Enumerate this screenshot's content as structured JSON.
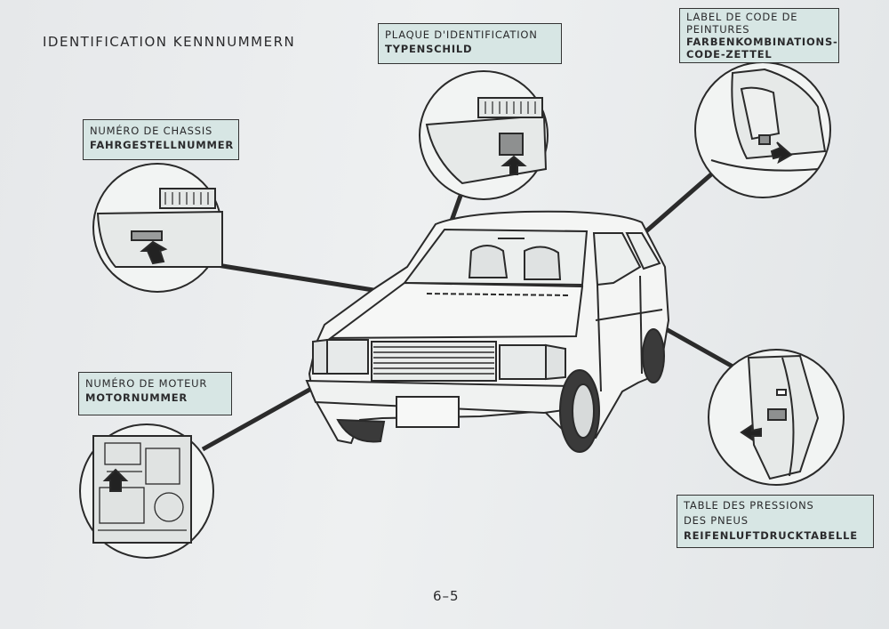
{
  "page": {
    "title": "IDENTIFICATION KENNNUMMERN",
    "page_number": "6–5"
  },
  "labels": {
    "chassis": {
      "fr": "NUMÉRO DE CHASSIS",
      "de": "FAHRGESTELLNUMMER"
    },
    "plate": {
      "fr": "PLAQUE D'IDENTIFICATION",
      "de": "TYPENSCHILD"
    },
    "paint": {
      "fr1": "LABEL DE CODE DE",
      "fr2": "PEINTURES",
      "de1": "FARBENKOMBINATIONS-",
      "de2": "CODE-ZETTEL"
    },
    "engine": {
      "fr": "NUMÉRO DE MOTEUR",
      "de": "MOTORNUMMER"
    },
    "tire": {
      "fr1": "TABLE DES PRESSIONS",
      "fr2": "DES PNEUS",
      "de": "REIFENLUFTDRUCKTABELLE"
    }
  },
  "illustrations": {
    "car": "hatchback-car-front-three-quarter-view",
    "details": [
      "chassis-number-location",
      "identification-plate-location",
      "paint-code-label-location",
      "engine-number-location",
      "tire-pressure-table-location"
    ]
  }
}
